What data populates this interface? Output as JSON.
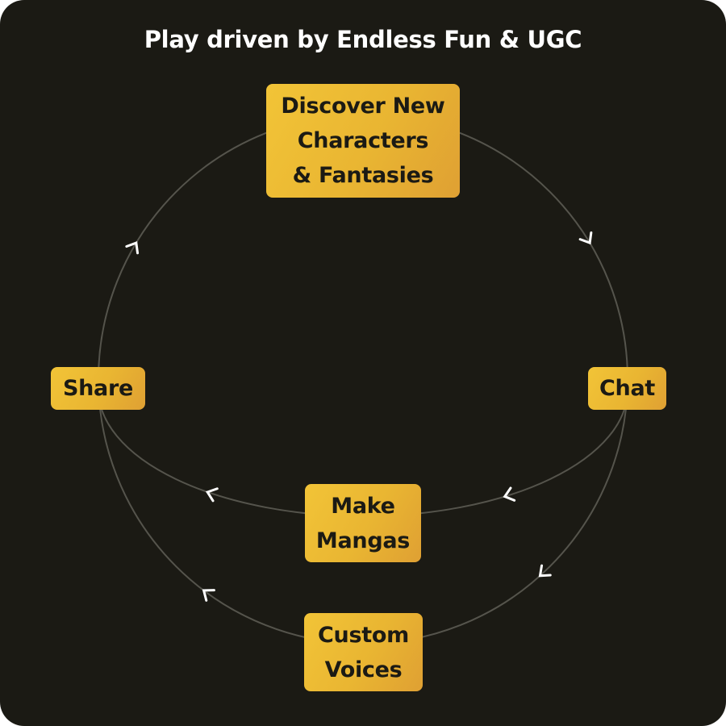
{
  "title": "Play driven by Endless Fun & UGC",
  "colors": {
    "background": "#1b1a14",
    "node": "#eab633",
    "line": "#55544c",
    "arrow": "#ffffff"
  },
  "nodes": {
    "discover": "Discover New\nCharacters\n& Fantasies",
    "chat": "Chat",
    "make_mangas": "Make\nMangas",
    "custom_voices": "Custom\nVoices",
    "share": "Share"
  }
}
